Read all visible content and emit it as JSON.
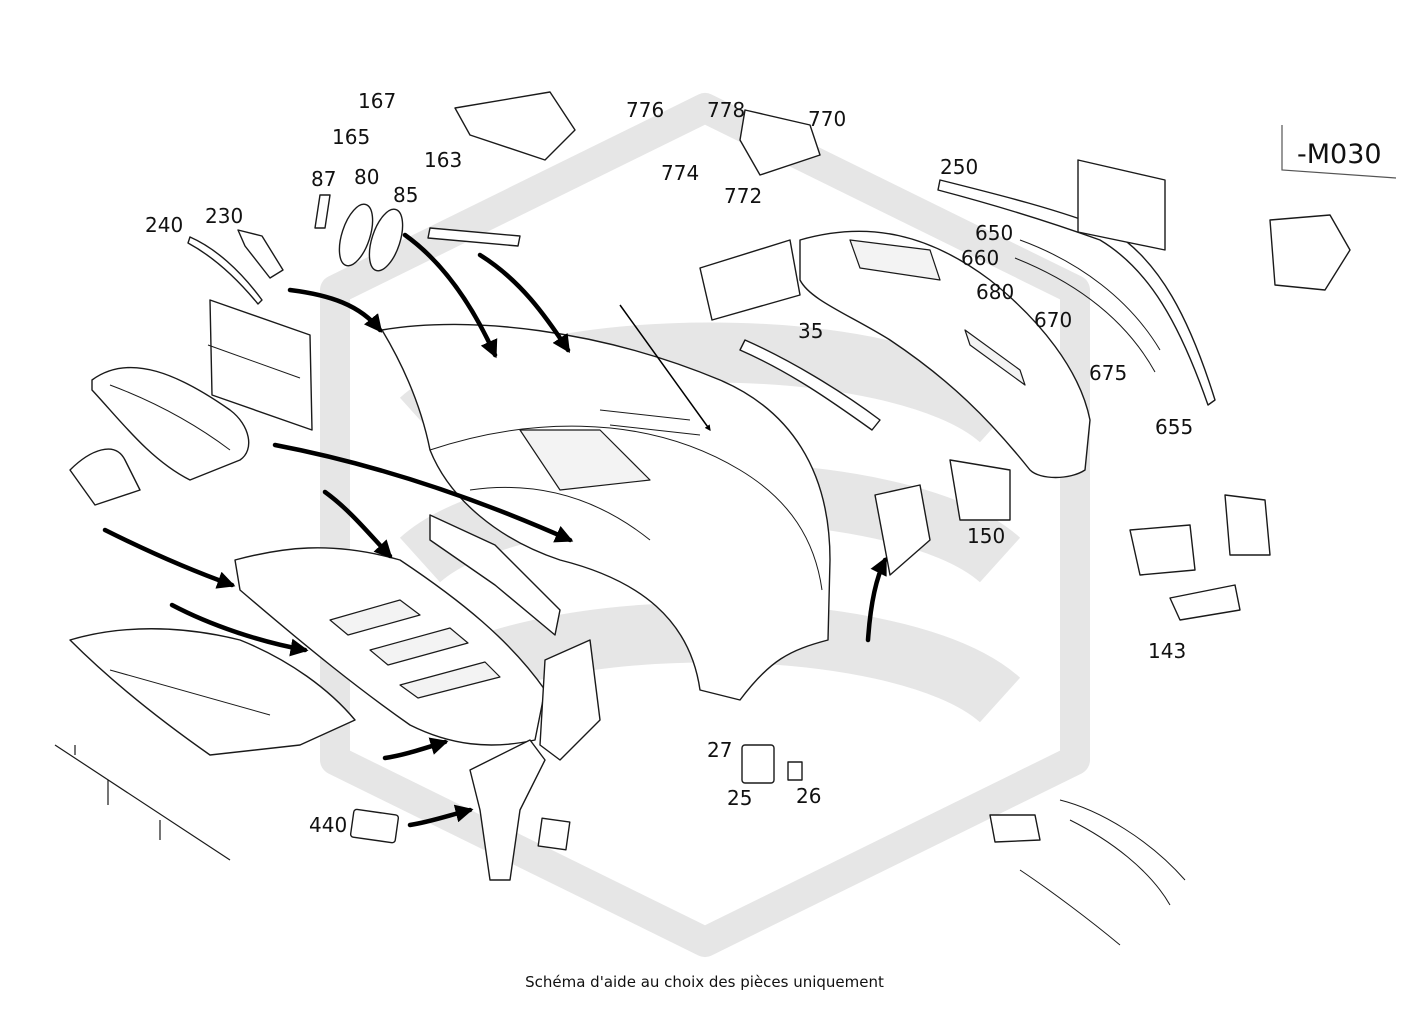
{
  "diagram": {
    "model_code": "-M030",
    "caption": "Schéma d'aide au choix des pièces uniquement",
    "colors": {
      "watermark": "#e6e6e6",
      "line": "#1a1a1a",
      "arrow": "#000000"
    },
    "callouts": [
      {
        "id": "167",
        "text": "167"
      },
      {
        "id": "165",
        "text": "165"
      },
      {
        "id": "163",
        "text": "163"
      },
      {
        "id": "776",
        "text": "776"
      },
      {
        "id": "778",
        "text": "778"
      },
      {
        "id": "770",
        "text": "770"
      },
      {
        "id": "774",
        "text": "774"
      },
      {
        "id": "772",
        "text": "772"
      },
      {
        "id": "87",
        "text": "87"
      },
      {
        "id": "80",
        "text": "80"
      },
      {
        "id": "85",
        "text": "85"
      },
      {
        "id": "240",
        "text": "240"
      },
      {
        "id": "230",
        "text": "230"
      },
      {
        "id": "250",
        "text": "250"
      },
      {
        "id": "650",
        "text": "650"
      },
      {
        "id": "660",
        "text": "660"
      },
      {
        "id": "680",
        "text": "680"
      },
      {
        "id": "670",
        "text": "670"
      },
      {
        "id": "675",
        "text": "675"
      },
      {
        "id": "655",
        "text": "655"
      },
      {
        "id": "35",
        "text": "35"
      },
      {
        "id": "150",
        "text": "150"
      },
      {
        "id": "143",
        "text": "143"
      },
      {
        "id": "27",
        "text": "27"
      },
      {
        "id": "25",
        "text": "25"
      },
      {
        "id": "26",
        "text": "26"
      },
      {
        "id": "440",
        "text": "440"
      }
    ]
  }
}
